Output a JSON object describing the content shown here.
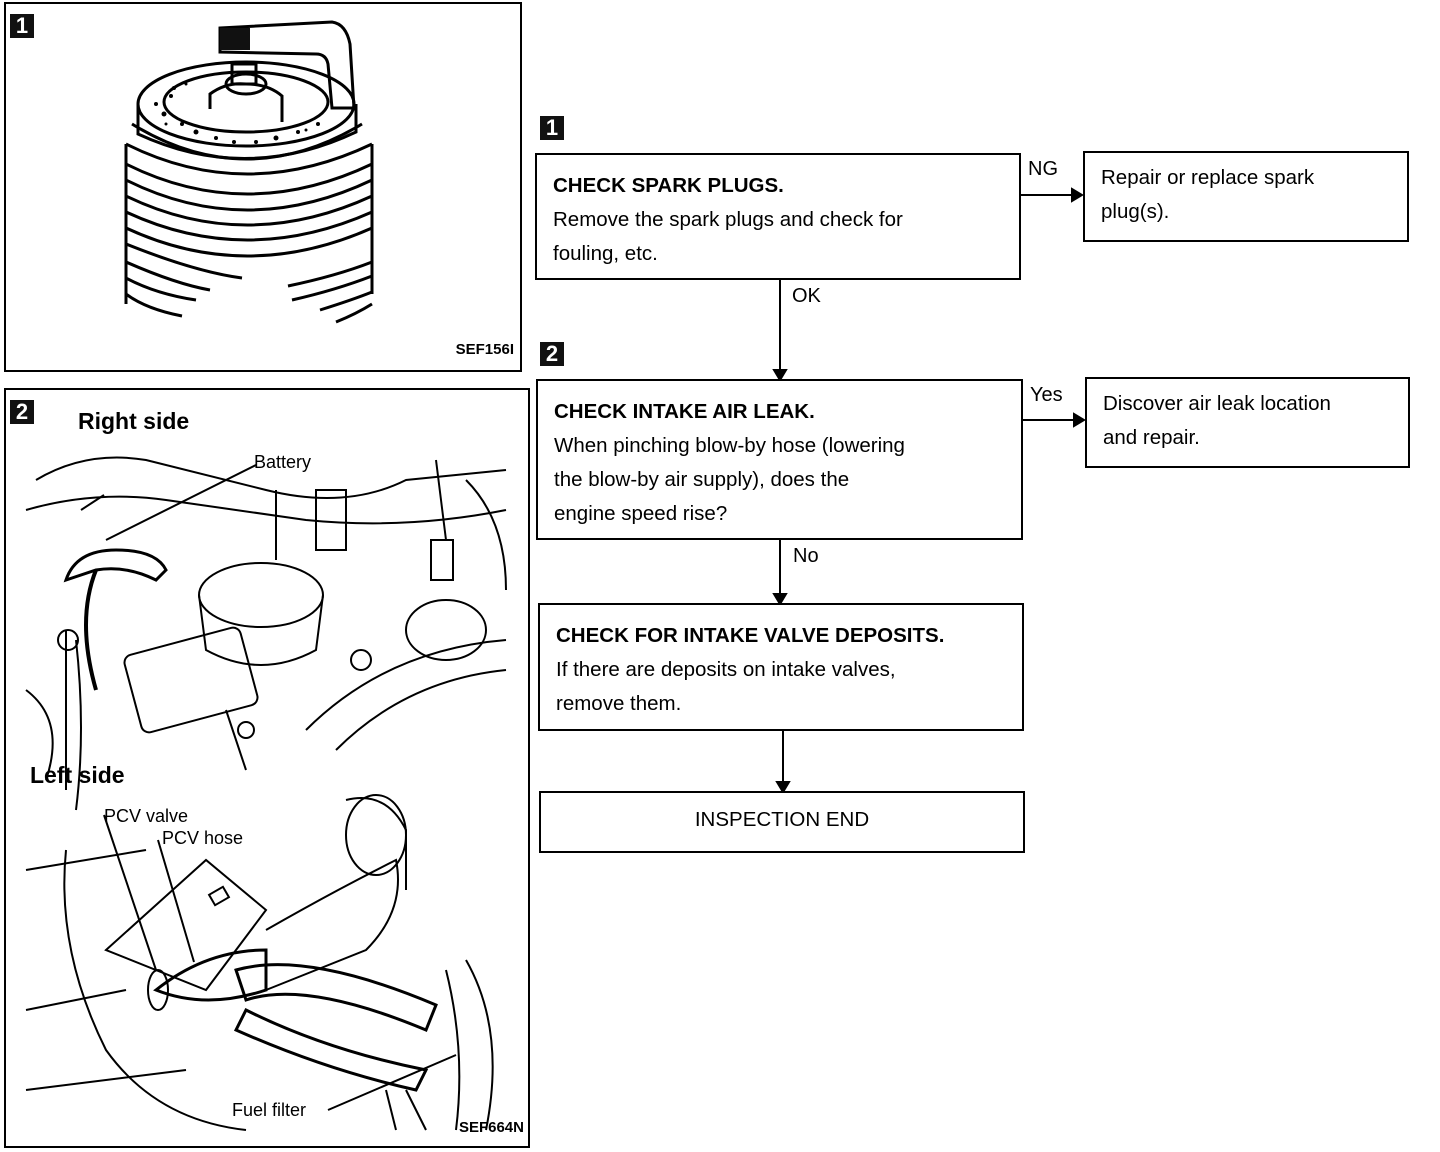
{
  "figure1": {
    "badge": "1",
    "code": "SEF156I",
    "subject": "spark plug illustration"
  },
  "figure2": {
    "badge": "2",
    "code": "SEF664N",
    "labels": {
      "right_side": "Right side",
      "battery": "Battery",
      "left_side": "Left side",
      "pcv_valve": "PCV valve",
      "pcv_hose": "PCV hose",
      "fuel_filter": "Fuel filter"
    }
  },
  "flowchart": {
    "step1_badge": "1",
    "step2_badge": "2",
    "step1": {
      "title": "CHECK SPARK PLUGS.",
      "lines": [
        "Remove the spark plugs and check for",
        "fouling, etc."
      ]
    },
    "step1_ng": {
      "label": "NG",
      "lines": [
        "Repair or replace spark",
        "plug(s)."
      ]
    },
    "step1_ok_label": "OK",
    "step2": {
      "title": "CHECK INTAKE AIR LEAK.",
      "lines": [
        "When pinching blow-by hose (lowering",
        "the blow-by air supply), does the",
        "engine speed rise?"
      ]
    },
    "step2_yes": {
      "label": "Yes",
      "lines": [
        "Discover air leak location",
        "and repair."
      ]
    },
    "step2_no_label": "No",
    "step3": {
      "title": "CHECK FOR INTAKE VALVE DEPOSITS.",
      "lines": [
        "If there are deposits on intake valves,",
        "remove them."
      ]
    },
    "end": "INSPECTION END"
  }
}
